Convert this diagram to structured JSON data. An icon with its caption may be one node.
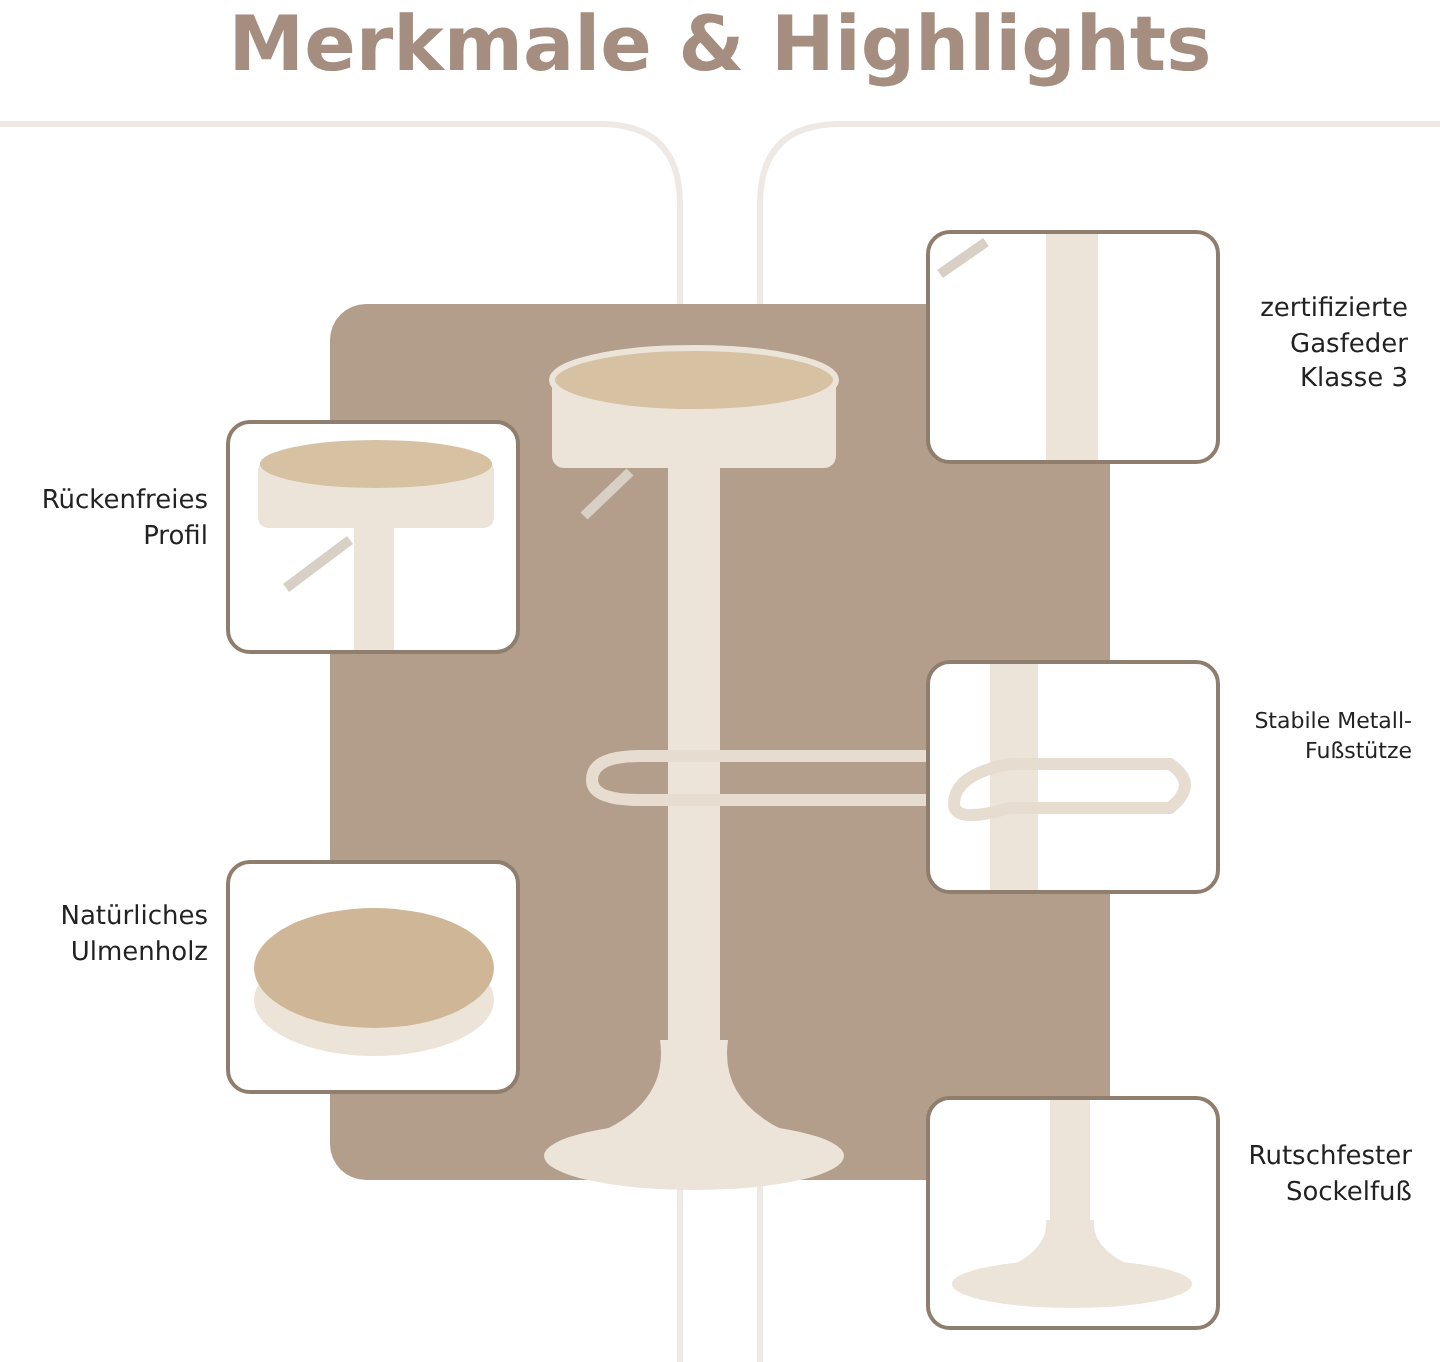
{
  "diagram": {
    "title": "Merkmale & Highlights",
    "labels": [
      "Rückenfreies Profil",
      "Natürliches Ulmenholz",
      "zertifizierte Gasfeder Klasse 3",
      "Stabile Metall-Fußstütze",
      "Rutschfester Sockelfuß"
    ]
  }
}
